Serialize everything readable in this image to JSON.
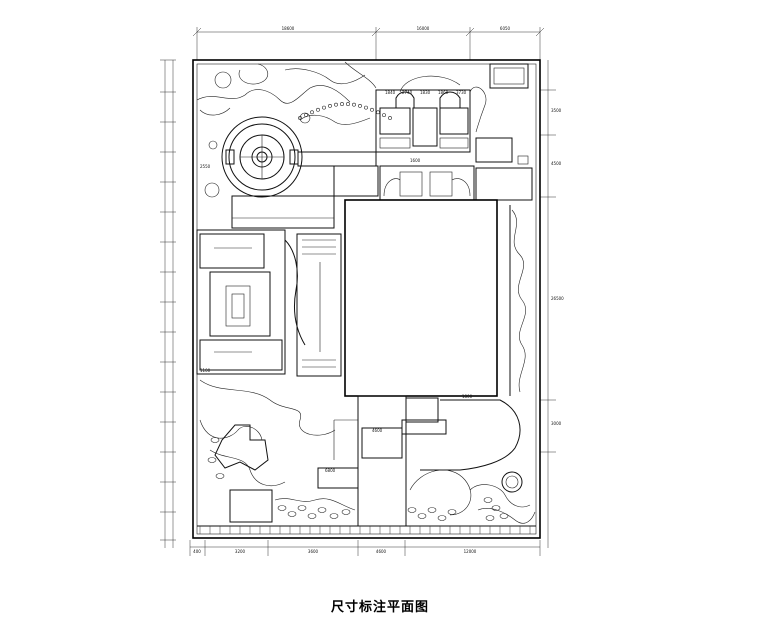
{
  "title": "尺寸标注平面图",
  "dims": {
    "top": [
      "18600",
      "16000",
      "6050"
    ],
    "bottom": [
      "400",
      "3200",
      "3600",
      "4600",
      "12000"
    ],
    "left_mid": "2550",
    "left_lower": "1100",
    "right_top": "3500",
    "right_mid": "4500",
    "right_big": "26500",
    "right_low": "3000",
    "house": [
      "1840",
      "2740",
      "1830",
      "1860",
      "3730"
    ],
    "terrace": "1600",
    "pond_label": "6800",
    "pavilion": "4600",
    "deck": "1800"
  }
}
